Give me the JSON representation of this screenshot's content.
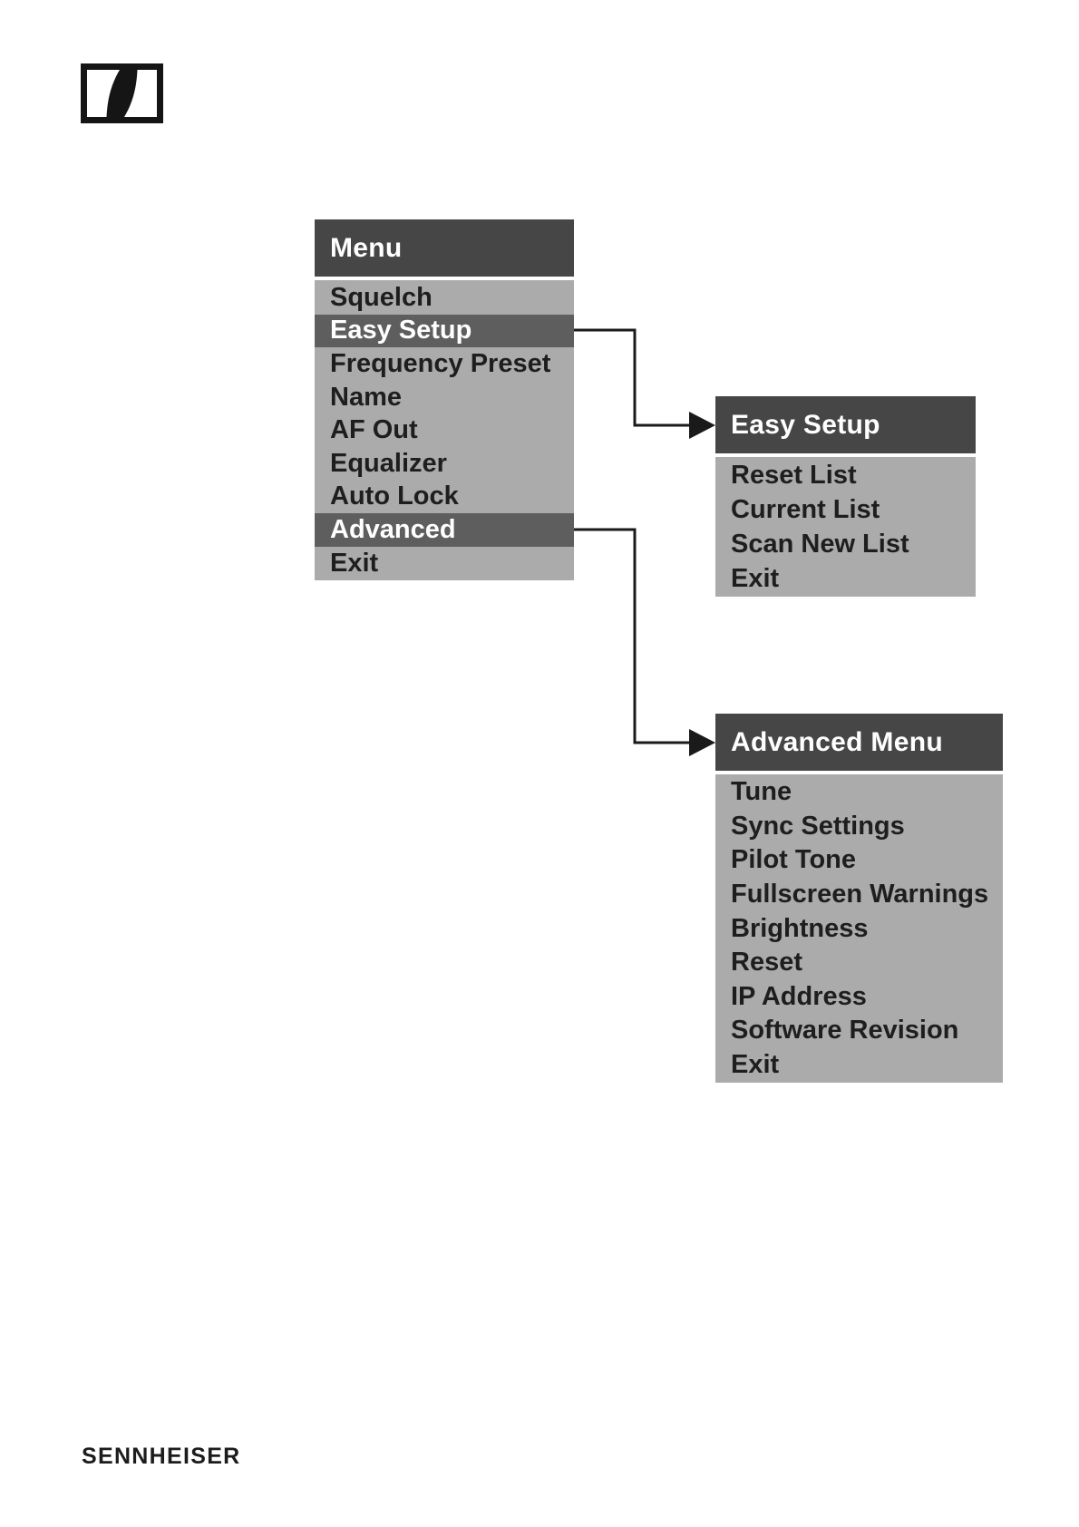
{
  "colors": {
    "header_bg": "#464646",
    "panel_bg": "#ababab",
    "highlight_bg": "#5e5e5e",
    "text_dark": "#1e1e1e",
    "text_light": "#ffffff",
    "connector": "#1a1a1a",
    "logo_black": "#151515"
  },
  "logo": {
    "name": "Sennheiser S logo"
  },
  "footer": {
    "wordmark": "SENNHEISER"
  },
  "diagram": {
    "main_menu": {
      "title": "Menu",
      "items": [
        {
          "label": "Squelch",
          "highlighted": false
        },
        {
          "label": "Easy Setup",
          "highlighted": true
        },
        {
          "label": "Frequency Preset",
          "highlighted": false
        },
        {
          "label": "Name",
          "highlighted": false
        },
        {
          "label": "AF Out",
          "highlighted": false
        },
        {
          "label": "Equalizer",
          "highlighted": false
        },
        {
          "label": "Auto Lock",
          "highlighted": false
        },
        {
          "label": "Advanced",
          "highlighted": true
        },
        {
          "label": "Exit",
          "highlighted": false
        }
      ]
    },
    "easy_setup_menu": {
      "title": "Easy Setup",
      "items": [
        "Reset List",
        "Current List",
        "Scan New List",
        "Exit"
      ]
    },
    "advanced_menu": {
      "title": "Advanced Menu",
      "items": [
        "Tune",
        "Sync Settings",
        "Pilot Tone",
        "Fullscreen Warnings",
        "Brightness",
        "Reset",
        "IP Address",
        "Software Revision",
        "Exit"
      ]
    }
  }
}
